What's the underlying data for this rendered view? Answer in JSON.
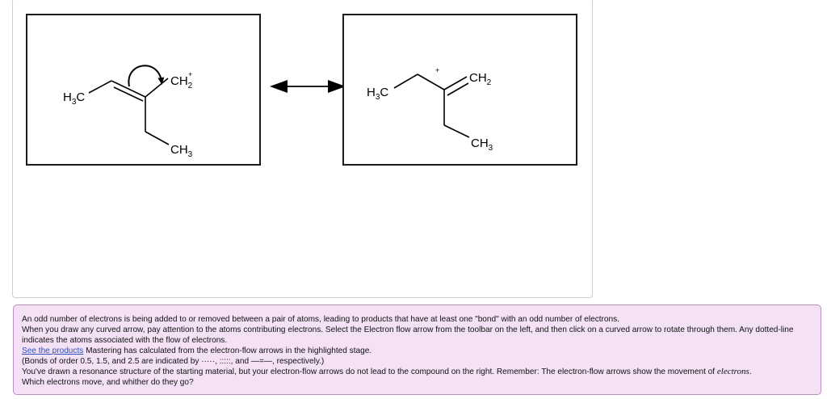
{
  "reactant": {
    "left_group": "H3C",
    "top_group": "CH2",
    "top_charge": "+",
    "bottom_group": "CH3"
  },
  "product": {
    "left_group": "H3C",
    "charge": "+",
    "top_group": "CH2",
    "bottom_group": "CH3"
  },
  "feedback": {
    "line1": "An odd number of electrons is being added to or removed between a pair of atoms, leading to products that have at least one \"bond\" with an odd number of electrons.",
    "line2": "When you draw any curved arrow, pay attention to the atoms contributing electrons. Select the Electron flow arrow from the toolbar on the left, and then click on a curved arrow to rotate through them. Any dotted-line indicates the atoms associated with the flow of electrons.",
    "link_text": "See the products",
    "line3_rest": " Mastering has calculated from the electron-flow arrows in the highlighted stage.",
    "line4": "(Bonds of order 0.5, 1.5, and 2.5 are indicated by ·····, :::::, and —=—, respectively.)",
    "line5_main": "You've drawn a resonance structure of the starting material, but your electron-flow arrows do not lead to the compound on the right. Remember: The electron-flow arrows show the movement of ",
    "line5_italic": "electrons",
    "line5_end": ".",
    "line6": "Which electrons move, and whither do they go?"
  }
}
